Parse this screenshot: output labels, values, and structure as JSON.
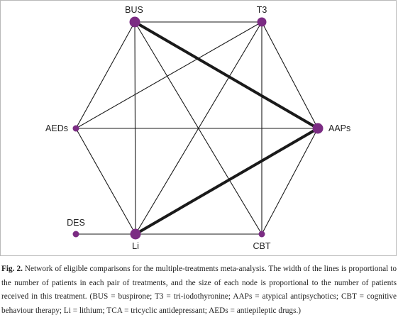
{
  "diagram": {
    "node_color": "#7b2c83",
    "edge_color": "#1a1a1a",
    "nodes": [
      {
        "id": "BUS",
        "label": "BUS",
        "size": "large"
      },
      {
        "id": "T3",
        "label": "T3",
        "size": "medium"
      },
      {
        "id": "AAPs",
        "label": "AAPs",
        "size": "large"
      },
      {
        "id": "CBT",
        "label": "CBT",
        "size": "small"
      },
      {
        "id": "Li",
        "label": "Li",
        "size": "large"
      },
      {
        "id": "AEDs",
        "label": "AEDs",
        "size": "small"
      },
      {
        "id": "DES",
        "label": "DES",
        "size": "small"
      }
    ],
    "edges": [
      {
        "from": "BUS",
        "to": "AAPs",
        "weight": "thick"
      },
      {
        "from": "Li",
        "to": "AAPs",
        "weight": "thick"
      },
      {
        "from": "BUS",
        "to": "T3",
        "weight": "thin"
      },
      {
        "from": "BUS",
        "to": "AEDs",
        "weight": "thin"
      },
      {
        "from": "BUS",
        "to": "Li",
        "weight": "thin"
      },
      {
        "from": "BUS",
        "to": "CBT",
        "weight": "thin"
      },
      {
        "from": "T3",
        "to": "AAPs",
        "weight": "thin"
      },
      {
        "from": "T3",
        "to": "AEDs",
        "weight": "thin"
      },
      {
        "from": "T3",
        "to": "Li",
        "weight": "thin"
      },
      {
        "from": "T3",
        "to": "CBT",
        "weight": "thin"
      },
      {
        "from": "AEDs",
        "to": "AAPs",
        "weight": "thin"
      },
      {
        "from": "AEDs",
        "to": "Li",
        "weight": "thin"
      },
      {
        "from": "AAPs",
        "to": "CBT",
        "weight": "thin"
      },
      {
        "from": "Li",
        "to": "CBT",
        "weight": "thin"
      },
      {
        "from": "DES",
        "to": "Li",
        "weight": "thin"
      }
    ]
  },
  "caption": {
    "label": "Fig. 2.",
    "text": "Network of eligible comparisons for the multiple-treatments meta-analysis. The width of the lines is proportional to the number of patients in each pair of treatments, and the size of each node is proportional to the number of patients received in this treatment. (BUS = buspirone; T3 = tri-iodothyronine; AAPs = atypical antipsychotics; CBT = cognitive behaviour therapy; Li = lithium; TCA = tricyclic antidepressant; AEDs = antiepileptic drugs.)"
  }
}
